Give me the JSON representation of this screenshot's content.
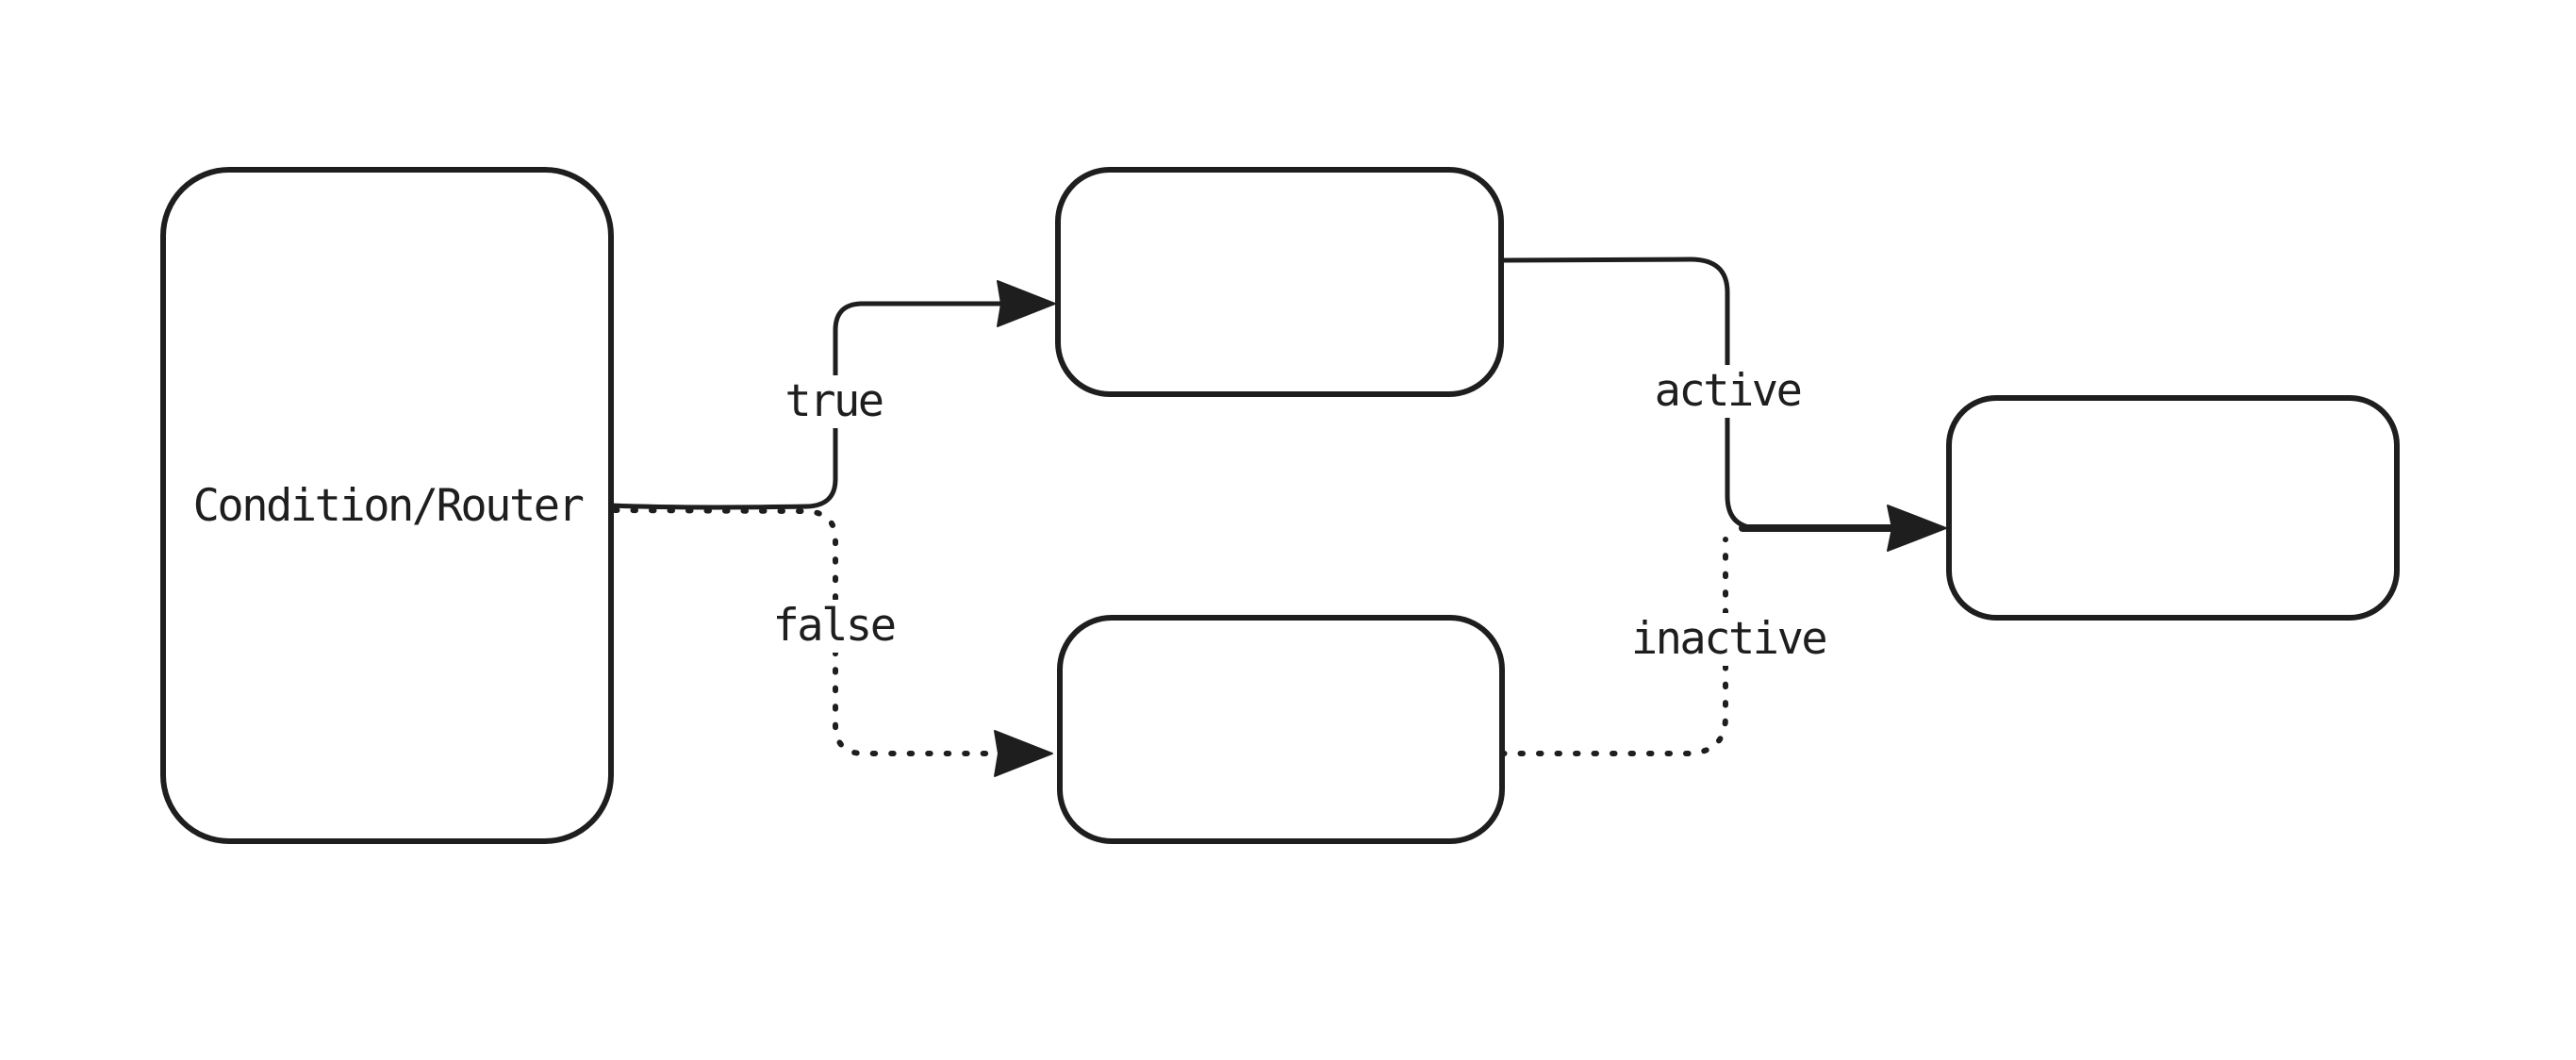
{
  "diagram": {
    "background_color": "#ffffff",
    "stroke_color": "#1e1e1e",
    "nodes": [
      {
        "id": "condition-router",
        "label": "Condition/Router"
      },
      {
        "id": "true-target",
        "label": ""
      },
      {
        "id": "false-target",
        "label": ""
      },
      {
        "id": "merge-target",
        "label": ""
      }
    ],
    "edges": [
      {
        "id": "true-edge",
        "label": "true",
        "style": "solid",
        "from": "condition-router",
        "to": "true-target"
      },
      {
        "id": "false-edge",
        "label": "false",
        "style": "dotted",
        "from": "condition-router",
        "to": "false-target"
      },
      {
        "id": "active-edge",
        "label": "active",
        "style": "solid",
        "from": "true-target",
        "to": "merge-target"
      },
      {
        "id": "inactive-edge",
        "label": "inactive",
        "style": "dotted",
        "from": "false-target",
        "to": "merge-target"
      }
    ]
  }
}
